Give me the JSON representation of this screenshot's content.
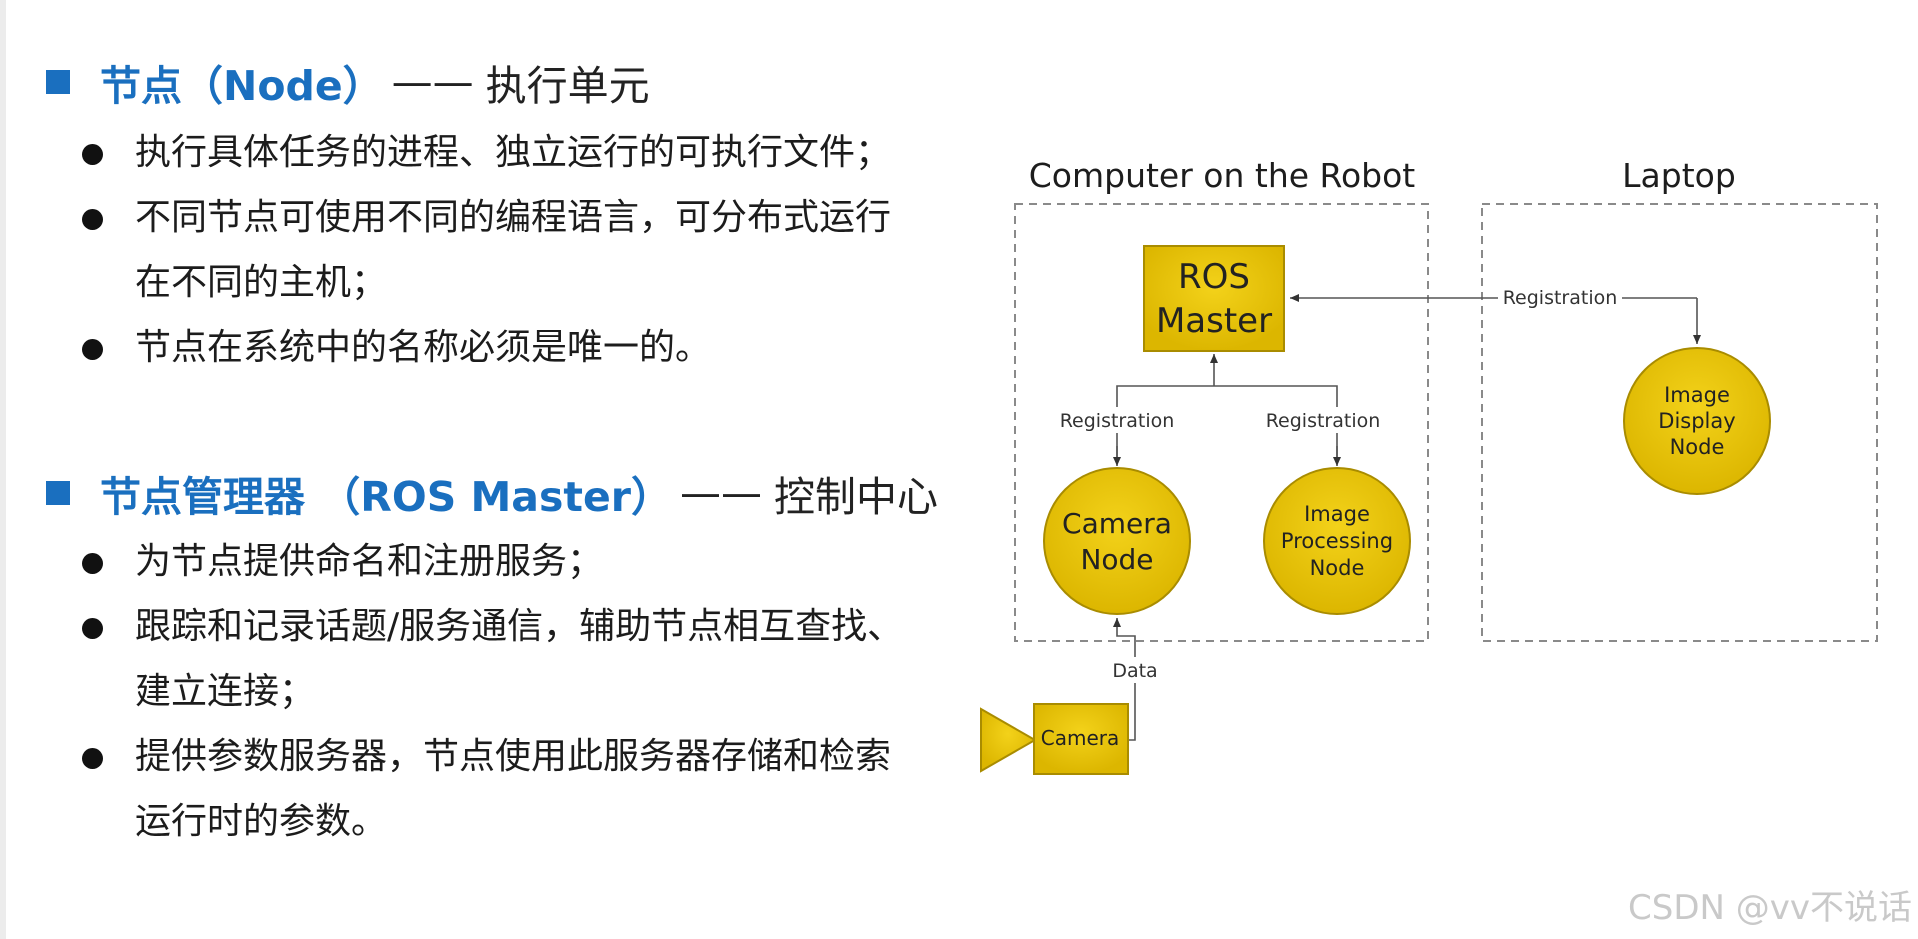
{
  "sections": [
    {
      "title": "节点（Node）",
      "dash": "——",
      "subtitle": "执行单元",
      "bullets": [
        "执行具体任务的进程、独立运行的可执行文件；",
        "不同节点可使用不同的编程语言，可分布式运行在不同的主机；",
        "节点在系统中的名称必须是唯一的。"
      ]
    },
    {
      "title": "节点管理器 （ROS Master）",
      "dash": "——",
      "subtitle": "控制中心",
      "bullets": [
        "为节点提供命名和注册服务；",
        "跟踪和记录话题/服务通信，辅助节点相互查找、建立连接；",
        "提供参数服务器，节点使用此服务器存储和检索运行时的参数。"
      ]
    }
  ],
  "diagram": {
    "group_robot": "Computer on the Robot",
    "group_laptop": "Laptop",
    "ros_master": [
      "ROS",
      "Master"
    ],
    "camera_node": [
      "Camera",
      "Node"
    ],
    "image_processing_node": [
      "Image",
      "Processing",
      "Node"
    ],
    "image_display_node": [
      "Image",
      "Display",
      "Node"
    ],
    "camera": "Camera",
    "edge_registration": "Registration",
    "edge_data": "Data",
    "colors": {
      "node_fill": "#e8c200",
      "node_stroke": "#a98c00",
      "accent_blue": "#1a6fbf"
    }
  },
  "watermark": "CSDN @vv不说话"
}
